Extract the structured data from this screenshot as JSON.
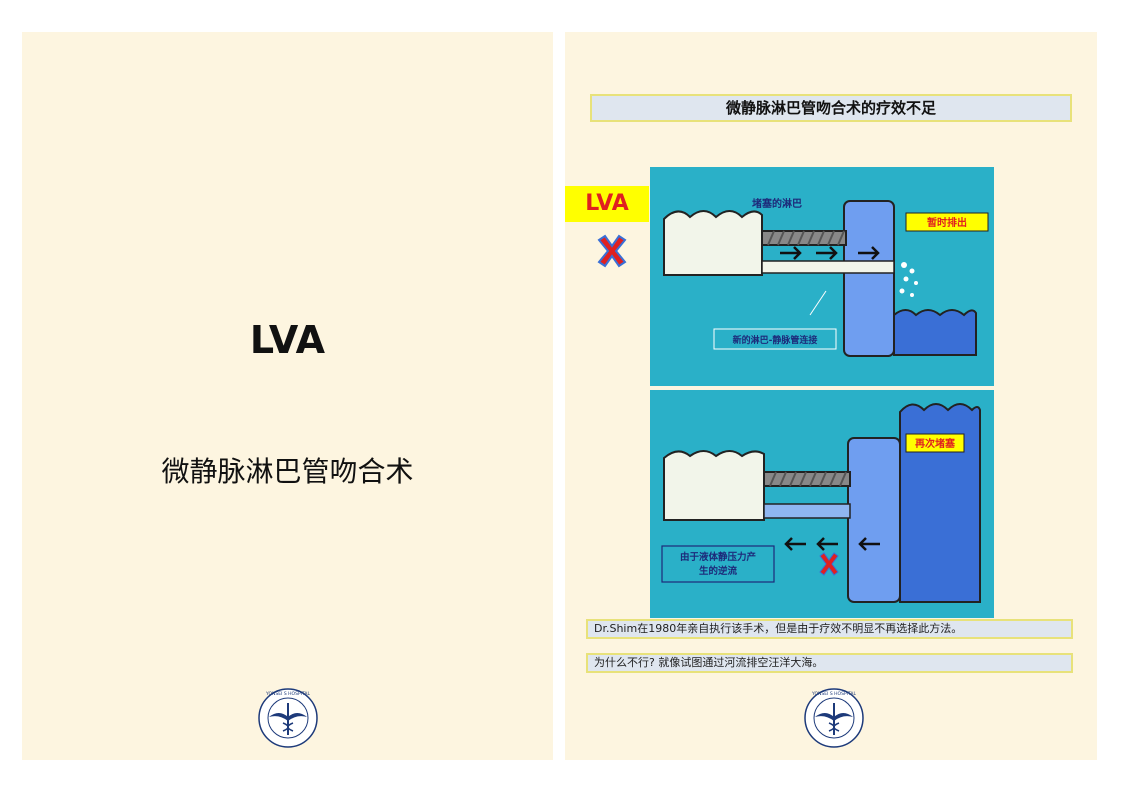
{
  "left_page": {
    "title": "LVA",
    "subtitle": "微静脉淋巴管吻合术"
  },
  "right_page": {
    "header": "微静脉淋巴管吻合术的疗效不足",
    "lva_tag": "LVA",
    "panel_top": {
      "label_blocked_lymph": "堵塞的淋巴",
      "label_temp_drain": "暂时排出",
      "label_new_connection": "新的淋巴-静脉管连接"
    },
    "panel_bottom": {
      "label_reblocked": "再次堵塞",
      "label_backflow_line1": "由于液体静压力产",
      "label_backflow_line2": "生的逆流"
    },
    "note_1": "Dr.Shim在1980年亲自执行该手术，但是由于疗效不明显不再选择此方法。",
    "note_2": "为什么不行? 就像试图通过河流排空汪洋大海。"
  },
  "logo": {
    "text": "YONSEI S HOSPITAL"
  },
  "colors": {
    "page_bg": "#fdf5e0",
    "panel_bg": "#2ab0c8",
    "vein_blue": "#3a6fd6",
    "vein_light": "#6f9ef0",
    "tag_yellow": "#ffff00",
    "tag_red": "#e02020",
    "box_bg": "#dfe6ef",
    "box_border": "#e8e27a"
  },
  "icons": [
    "hospital-logo-icon",
    "red-x-icon",
    "arrow-right-icon",
    "arrow-left-icon"
  ]
}
